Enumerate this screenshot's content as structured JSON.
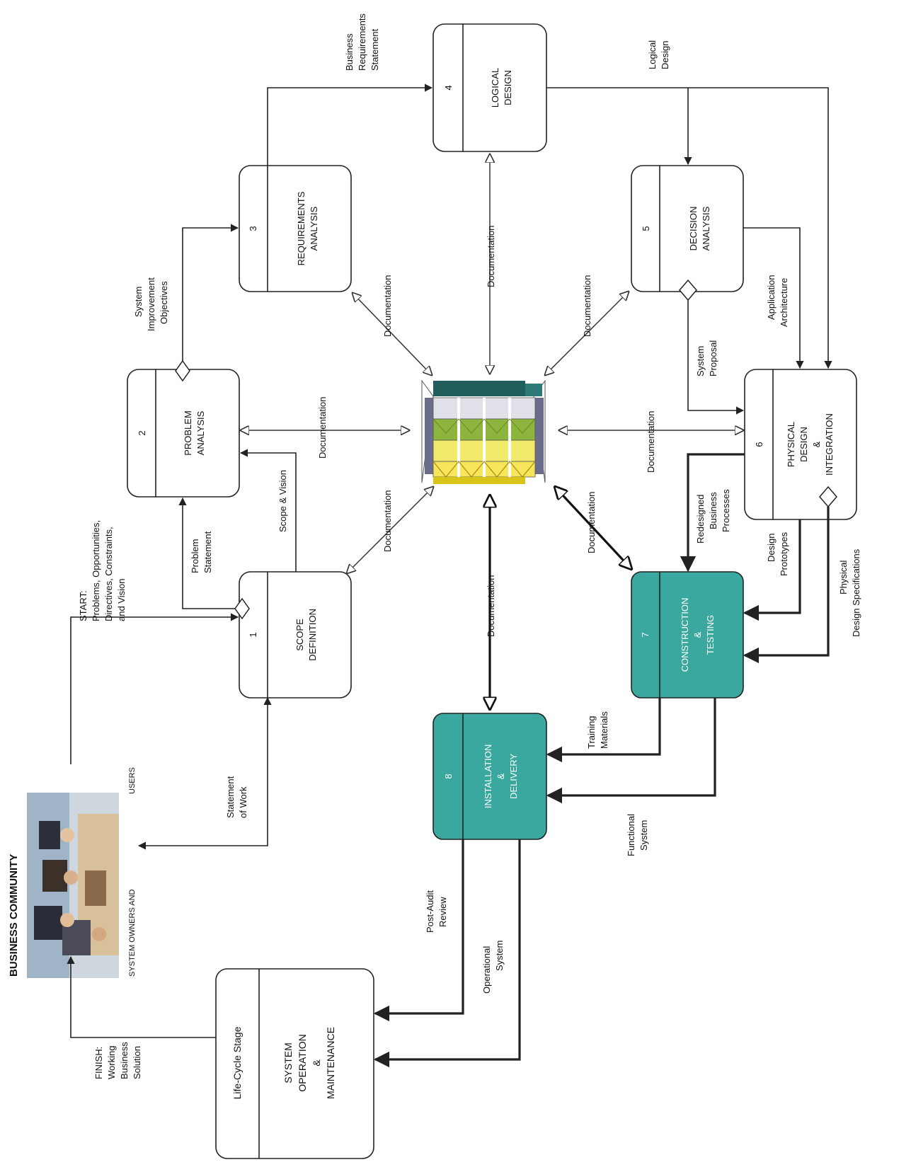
{
  "business_community": {
    "title": "BUSINESS COMMUNITY",
    "caption_owners": "SYSTEM OWNERS AND",
    "caption_users": "USERS"
  },
  "stages": {
    "lifecycle": {
      "header": "Life-Cycle Stage",
      "line1": "SYSTEM",
      "line2": "OPERATION",
      "line3": "&",
      "line4": "MAINTENANCE"
    },
    "scope": {
      "number": "1",
      "line1": "SCOPE",
      "line2": "DEFINITION"
    },
    "problem": {
      "number": "2",
      "line1": "PROBLEM",
      "line2": "ANALYSIS"
    },
    "requirements": {
      "number": "3",
      "line1": "REQUIREMENTS",
      "line2": "ANALYSIS"
    },
    "logical": {
      "number": "4",
      "line1": "LOGICAL",
      "line2": "DESIGN"
    },
    "decision": {
      "number": "5",
      "line1": "DECISION",
      "line2": "ANALYSIS"
    },
    "physical": {
      "number": "6",
      "line1": "PHYSICAL",
      "line2": "DESIGN",
      "line3": "&",
      "line4": "INTEGRATION"
    },
    "construction": {
      "number": "7",
      "line1": "CONSTRUCTION",
      "line2": "&",
      "line3": "TESTING"
    },
    "installation": {
      "number": "8",
      "line1": "INSTALLATION",
      "line2": "&",
      "line3": "DELIVERY"
    }
  },
  "flows": {
    "finish": [
      "FINISH:",
      "Working",
      "Business",
      "Solution"
    ],
    "start": [
      "START:",
      "Problems, Opportunities,",
      "Directives, Constraints,",
      "and Vision"
    ],
    "statement_of_work": [
      "Statement",
      "of Work"
    ],
    "problem_statement": [
      "Problem",
      "Statement"
    ],
    "scope_vision": "Scope & Vision",
    "improvement_objectives": [
      "System",
      "Improvement",
      "Objectives"
    ],
    "business_requirements": [
      "Business",
      "Requirements",
      "Statement"
    ],
    "logical_design": [
      "Logical",
      "Design"
    ],
    "system_proposal": [
      "System",
      "Proposal"
    ],
    "application_architecture": [
      "Application",
      "Architecture"
    ],
    "redesigned_processes": [
      "Redesigned",
      "Business",
      "Processes"
    ],
    "design_prototypes": [
      "Design",
      "Prototypes"
    ],
    "physical_specs": [
      "Physical",
      "Design Specifications"
    ],
    "training_materials": [
      "Training",
      "Materials"
    ],
    "functional_system": [
      "Functional",
      "System"
    ],
    "post_audit": [
      "Post-Audit",
      "Review"
    ],
    "operational_system": [
      "Operational",
      "System"
    ],
    "documentation": "Documentation"
  },
  "colors": {
    "teal_box": "#3aa89f",
    "repository_dark": "#1f5e5c",
    "repository_green": "#8db43c",
    "repository_yellow": "#f2ea6a",
    "repository_light": "#dfe0e8"
  }
}
